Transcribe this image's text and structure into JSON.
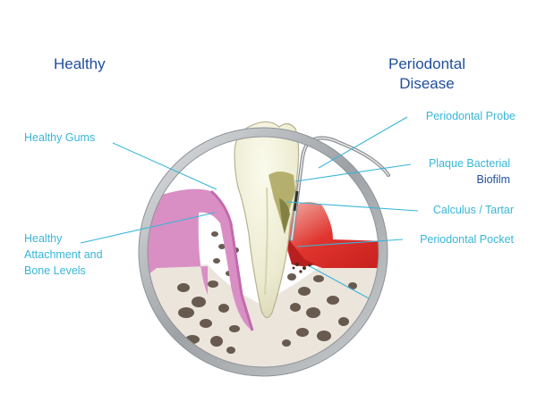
{
  "colors": {
    "heading": "#1f4e9c",
    "label": "#38b6d8",
    "label_strong": "#1f4e9c",
    "leader_line": "#38b6d8",
    "ring": "#a9adb1",
    "gum_healthy": "#d98fc4",
    "gum_inflamed": "#e0342d",
    "bone": "#ece7df",
    "tooth": "#efeed6",
    "plaque": "#a9a35a"
  },
  "headings": {
    "healthy": "Healthy",
    "disease_line1": "Periodontal",
    "disease_line2": "Disease"
  },
  "labels": {
    "healthy_gums": "Healthy Gums",
    "attachment_line1": "Healthy",
    "attachment_line2": "Attachment and",
    "attachment_line3": "Bone Levels",
    "probe": "Periodontal Probe",
    "plaque_line1": "Plaque Bacterial",
    "plaque_line2": "Biofilm",
    "calculus": "Calculus / Tartar",
    "pocket": "Periodontal Pocket"
  },
  "icons": {
    "tooth": "tooth-cross-section-icon",
    "probe": "dental-probe-icon"
  }
}
